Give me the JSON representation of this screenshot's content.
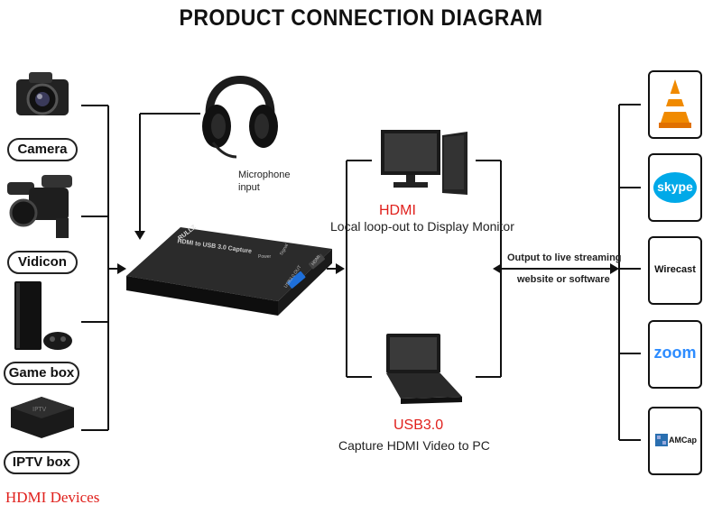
{
  "title": "PRODUCT CONNECTION DIAGRAM",
  "inputs": [
    {
      "label": "Camera",
      "icon": "camera-icon"
    },
    {
      "label": "Vidicon",
      "icon": "camcorder-icon"
    },
    {
      "label": "Game box",
      "icon": "game-console-icon"
    },
    {
      "label": "IPTV box",
      "icon": "iptv-box-icon"
    }
  ],
  "hdmi_devices": "HDMI Devices",
  "microphone": {
    "line1": "Microphone",
    "line2": "input"
  },
  "device": {
    "brand": "RULLZ",
    "model": "HDMI to USB 3.0 Capture",
    "port_out": "HDMI",
    "port_usb": "USB3.0 OUT",
    "label_power": "Power",
    "label_signal": "Signal"
  },
  "hdmi_out": {
    "label": "HDMI",
    "desc": "Local loop-out to Display Monitor"
  },
  "usb_out": {
    "label": "USB3.0",
    "desc": "Capture HDMI Video to PC"
  },
  "streaming": {
    "line1": "Output to live streaming",
    "line2": "website or software"
  },
  "software": [
    {
      "name": "VLC",
      "icon": "vlc-icon"
    },
    {
      "name": "skype",
      "icon": "skype-icon"
    },
    {
      "name": "Wirecast",
      "icon": "wirecast-icon"
    },
    {
      "name": "zoom",
      "icon": "zoom-icon"
    },
    {
      "name": "AMCap",
      "icon": "amcap-icon"
    }
  ],
  "colors": {
    "accent_red": "#e0201c",
    "skype_blue": "#00a9e8",
    "zoom_blue": "#2d8cff",
    "vlc_orange": "#f08a00"
  }
}
